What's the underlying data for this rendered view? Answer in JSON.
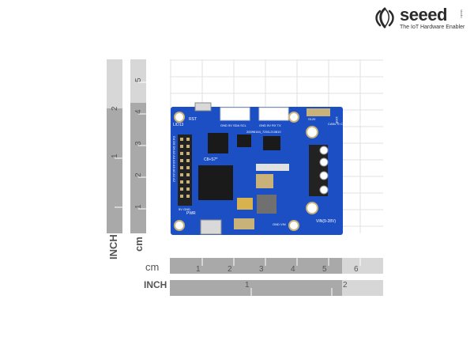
{
  "brand": {
    "name": "seeed",
    "tagline": "The IoT Hardware Enabler",
    "trademark": "studio",
    "color": "#2b2b2b"
  },
  "rulers": {
    "cm_label": "cm",
    "inch_label": "INCH",
    "cm_ticks": [
      "1",
      "2",
      "3",
      "4",
      "5",
      "6"
    ],
    "inch_ticks": [
      "1",
      "2"
    ],
    "v_cm_ticks": [
      "1",
      "2",
      "3",
      "4",
      "5"
    ],
    "v_inch_ticks": [
      "1",
      "2"
    ],
    "dark_color": "#a9a9a9",
    "light_color": "#d7d7d7"
  },
  "board": {
    "color": "#1c4fc4",
    "labels": {
      "rst": "RST",
      "led": "L/D13",
      "port1": "GND 5V SDA SCL",
      "port2": "GND 5V RX TX",
      "mcu": "C8+S7*",
      "part_no": "20096164_7253-210810",
      "can_labels": "CANL ⊙ CANH ⊙ GND ⊙ VIN ⊙",
      "voltage": "VIN(9-28V)",
      "pwr": "PWR",
      "pins": "D4 D5 D6 A3 A4 A5 A6 A0 A1 A2",
      "gnd_5v": "5V GND",
      "gndvin": "GND VIN",
      "term": "120R",
      "s_term": "S120"
    }
  }
}
